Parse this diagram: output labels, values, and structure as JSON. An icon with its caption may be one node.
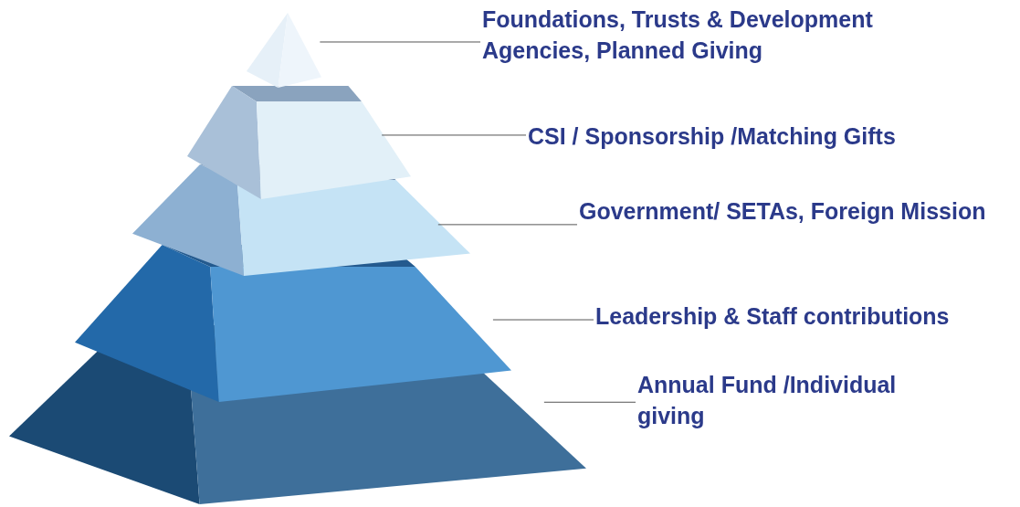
{
  "diagram": {
    "nodes": [
      {
        "text": [
          "Foundations, Trusts & Development Agencies, Planned Giving"
        ]
      },
      {
        "text": [
          "CSI / Sponsorship /Matching Gifts"
        ]
      },
      {
        "text": [
          "Government/ SETAs, Foreign Mission"
        ]
      },
      {
        "text": [
          "Leadership & Staff contributions"
        ]
      },
      {
        "text": [
          "Annual Fund /Individual giving"
        ]
      },
      {
        "text": [],
        "shape": "triangle"
      },
      {
        "text": [],
        "shape": "trapezoid"
      },
      {
        "text": [],
        "shape": "trapezoid"
      },
      {
        "text": [],
        "shape": "trapezoid"
      },
      {
        "text": [],
        "shape": "trapezoid"
      }
    ],
    "edges": [
      {
        "from": 0,
        "to": 5,
        "arrow": "none"
      },
      {
        "from": 1,
        "to": 6,
        "arrow": "none"
      },
      {
        "from": 2,
        "to": 7,
        "arrow": "none"
      },
      {
        "from": 3,
        "to": 8,
        "arrow": "none"
      },
      {
        "from": 4,
        "to": 9,
        "arrow": "none"
      }
    ]
  }
}
